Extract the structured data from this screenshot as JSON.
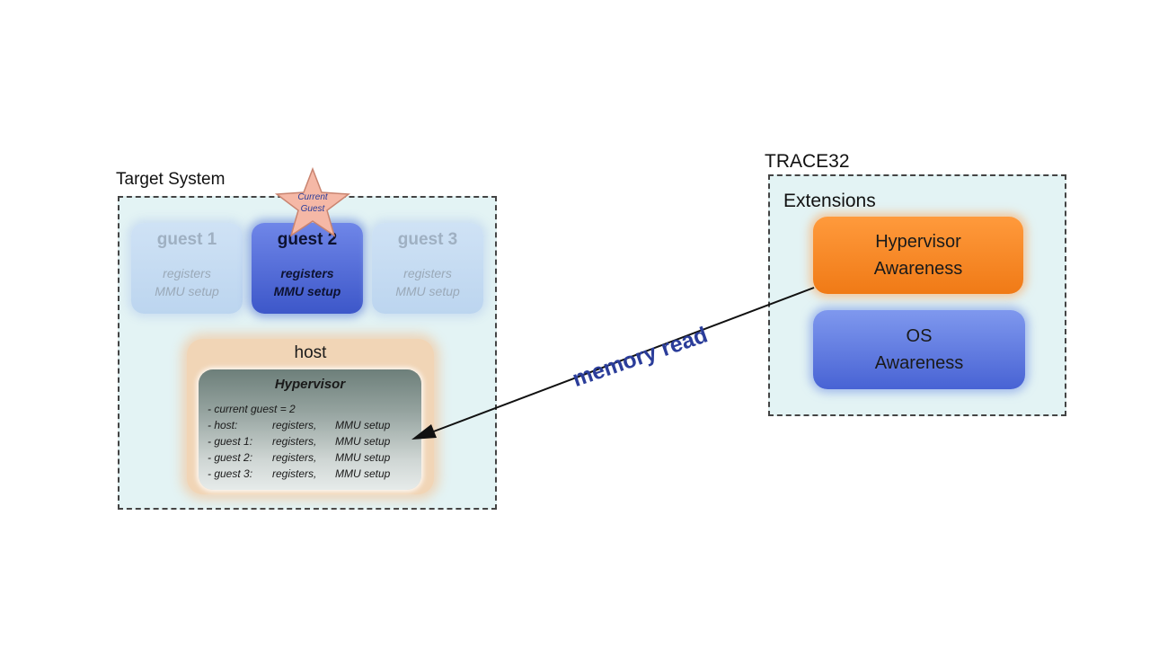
{
  "target_system": {
    "label": "Target System",
    "current_guest_badge": [
      "Current",
      "Guest"
    ],
    "guests": [
      {
        "name": "guest 1",
        "details": [
          "registers",
          "MMU setup"
        ],
        "active": false
      },
      {
        "name": "guest 2",
        "details": [
          "registers",
          "MMU setup"
        ],
        "active": true
      },
      {
        "name": "guest 3",
        "details": [
          "registers",
          "MMU setup"
        ],
        "active": false
      }
    ],
    "host": {
      "label": "host",
      "hypervisor": {
        "title": "Hypervisor",
        "current_line": "- current guest = 2",
        "rows": [
          {
            "name": "- host:",
            "reg": "registers,",
            "mmu": "MMU setup"
          },
          {
            "name": "- guest 1:",
            "reg": "registers,",
            "mmu": "MMU setup"
          },
          {
            "name": "- guest 2:",
            "reg": "registers,",
            "mmu": "MMU setup"
          },
          {
            "name": "- guest 3:",
            "reg": "registers,",
            "mmu": "MMU setup"
          }
        ]
      }
    }
  },
  "trace32": {
    "label": "TRACE32",
    "extensions_label": "Extensions",
    "extensions": [
      {
        "lines": [
          "Hypervisor",
          "Awareness"
        ]
      },
      {
        "lines": [
          "OS",
          "Awareness"
        ]
      }
    ]
  },
  "arrow": {
    "label": "memory read"
  },
  "colors": {
    "dashed_bg": "#e3f3f4",
    "active_guest": "#4a63d2",
    "inactive_guest": "#c6dbf2",
    "host": "#f1d5b6",
    "hypervisor_awareness": "#f58623",
    "os_awareness": "#5a74dc",
    "arrow_text": "#2b3d9a"
  }
}
